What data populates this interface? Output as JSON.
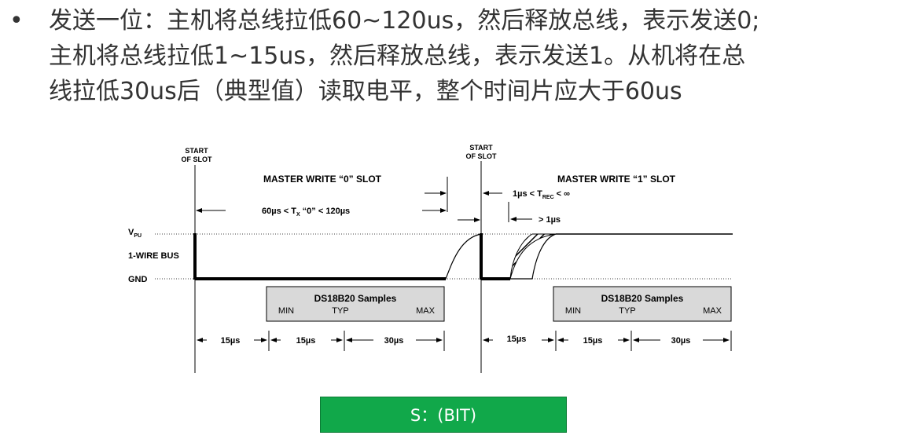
{
  "bullet": {
    "marker": "•",
    "lines": [
      "发送一位：主机将总线拉低60~120us，然后释放总线，表示发送0;",
      "主机将总线拉低1~15us，然后释放总线，表示发送1。从机将在总",
      "线拉低30us后（典型值）读取电平，整个时间片应大于60us"
    ]
  },
  "diagram": {
    "start_slot_line1": "START",
    "start_slot_line2": "OF SLOT",
    "write0_title": "MASTER WRITE “0” SLOT",
    "write1_title": "MASTER WRITE “1” SLOT",
    "tx_lhs": "60µs < T",
    "tx_sub": "X",
    "tx_rhs": " “0” < 120µs",
    "trec_lhs": "1µs < T",
    "trec_sub": "REC",
    "trec_rhs": " < ∞",
    "gt1us": "> 1µs",
    "vpu_main": "V",
    "vpu_sub": "PU",
    "bus_label": "1-WIRE BUS",
    "gnd_label": "GND",
    "samples_title": "DS18B20  Samples",
    "samples_min": "MIN",
    "samples_typ": "TYP",
    "samples_max": "MAX",
    "t15": "15µs",
    "t30": "30µs"
  },
  "button": {
    "label": "S：(BIT)",
    "color": "#11a84a"
  }
}
